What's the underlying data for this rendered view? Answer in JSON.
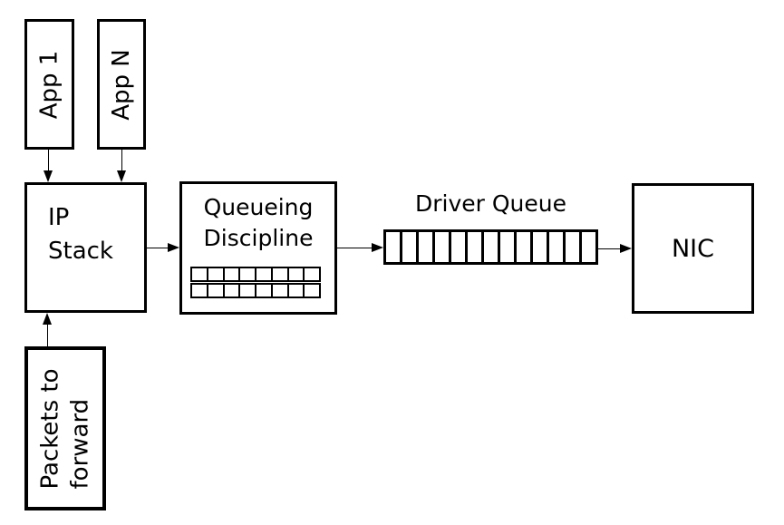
{
  "diagram": {
    "type": "flow-diagram",
    "colors": {
      "stroke": "#000000",
      "background": "#ffffff"
    },
    "nodes": {
      "app1": {
        "label": "App 1"
      },
      "appn": {
        "label": "App N"
      },
      "ip_stack": {
        "line1": "IP",
        "line2": "Stack"
      },
      "packets_to_forward": {
        "line1": "Packets to",
        "line2": "forward"
      },
      "queueing_discipline": {
        "line1": "Queueing",
        "line2": "Discipline",
        "queue_rows": 2,
        "queue_cells_per_row": 8
      },
      "driver_queue": {
        "label": "Driver Queue",
        "cells": 13
      },
      "nic": {
        "label": "NIC"
      }
    }
  }
}
